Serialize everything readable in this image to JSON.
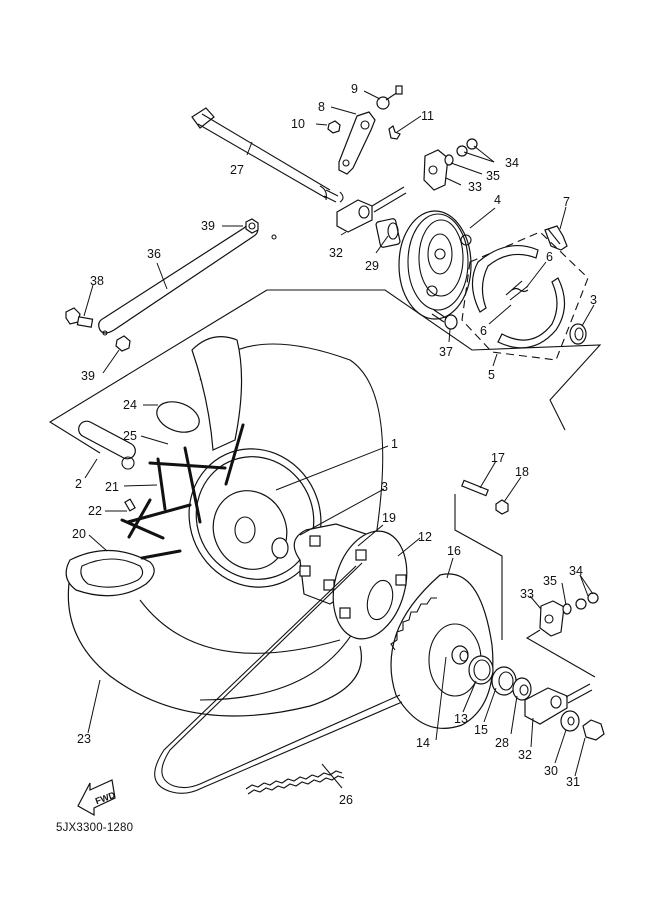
{
  "diagram": {
    "title_code": "5JX3300-1280",
    "direction_arrow_label": "FWD",
    "callouts": [
      {
        "id": "c9",
        "label": "9"
      },
      {
        "id": "c8",
        "label": "8"
      },
      {
        "id": "c10",
        "label": "10"
      },
      {
        "id": "c11",
        "label": "11"
      },
      {
        "id": "c34a",
        "label": "34"
      },
      {
        "id": "c35a",
        "label": "35"
      },
      {
        "id": "c33a",
        "label": "33"
      },
      {
        "id": "c27",
        "label": "27"
      },
      {
        "id": "c4",
        "label": "4"
      },
      {
        "id": "c7",
        "label": "7"
      },
      {
        "id": "c39a",
        "label": "39"
      },
      {
        "id": "c32a",
        "label": "32"
      },
      {
        "id": "c29",
        "label": "29"
      },
      {
        "id": "c36",
        "label": "36"
      },
      {
        "id": "c6a",
        "label": "6"
      },
      {
        "id": "c3a",
        "label": "3"
      },
      {
        "id": "c38",
        "label": "38"
      },
      {
        "id": "c6b",
        "label": "6"
      },
      {
        "id": "c37",
        "label": "37"
      },
      {
        "id": "c39b",
        "label": "39"
      },
      {
        "id": "c5",
        "label": "5"
      },
      {
        "id": "c24",
        "label": "24"
      },
      {
        "id": "c25",
        "label": "25"
      },
      {
        "id": "c1",
        "label": "1"
      },
      {
        "id": "c2",
        "label": "2"
      },
      {
        "id": "c17",
        "label": "17"
      },
      {
        "id": "c18",
        "label": "18"
      },
      {
        "id": "c21",
        "label": "21"
      },
      {
        "id": "c3b",
        "label": "3"
      },
      {
        "id": "c22",
        "label": "22"
      },
      {
        "id": "c19",
        "label": "19"
      },
      {
        "id": "c12",
        "label": "12"
      },
      {
        "id": "c20",
        "label": "20"
      },
      {
        "id": "c16",
        "label": "16"
      },
      {
        "id": "c34b",
        "label": "34"
      },
      {
        "id": "c35b",
        "label": "35"
      },
      {
        "id": "c33b",
        "label": "33"
      },
      {
        "id": "c13",
        "label": "13"
      },
      {
        "id": "c15",
        "label": "15"
      },
      {
        "id": "c28",
        "label": "28"
      },
      {
        "id": "c14",
        "label": "14"
      },
      {
        "id": "c32b",
        "label": "32"
      },
      {
        "id": "c30",
        "label": "30"
      },
      {
        "id": "c31",
        "label": "31"
      },
      {
        "id": "c23",
        "label": "23"
      },
      {
        "id": "c26",
        "label": "26"
      }
    ]
  }
}
